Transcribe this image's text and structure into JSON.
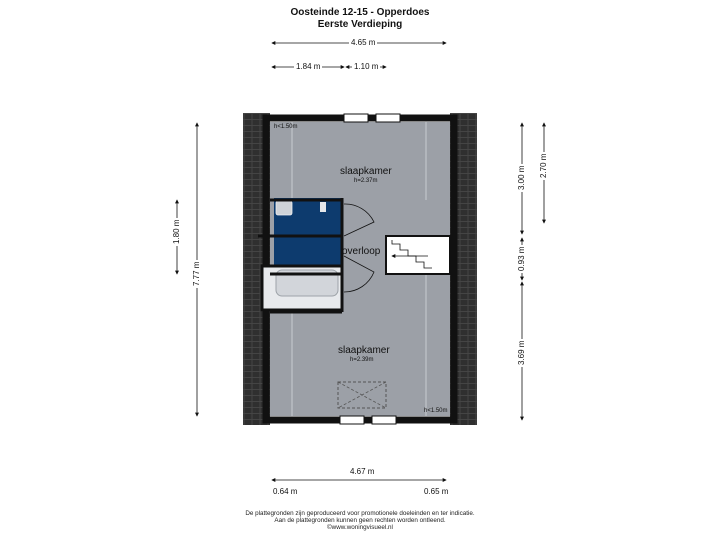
{
  "header": {
    "title": "Oosteinde 12-15 - Opperdoes",
    "subtitle": "Eerste Verdieping"
  },
  "dimensions": {
    "top_total": "4.65 m",
    "top_left": "1.84 m",
    "top_right": "1.10 m",
    "bottom_total": "4.67 m",
    "bottom_left": "0.64 m",
    "bottom_right": "0.65 m",
    "left_outer": "7.77 m",
    "left_inner": "1.80 m",
    "right_top_outer": "3.00 m",
    "right_top_inner": "2.70 m",
    "right_mid": "0.93 m",
    "right_bottom": "3.69 m"
  },
  "rooms": {
    "top": {
      "name": "slaapkamer",
      "height": "h=2.37m"
    },
    "bottom": {
      "name": "slaapkamer",
      "height": "h=2.39m"
    },
    "landing": {
      "name": "overloop"
    }
  },
  "ceiling_marks": {
    "top_left": "h<1.50m",
    "bottom_right": "h<1.50m"
  },
  "footer": {
    "line1": "De plattegronden zijn geproduceerd voor promotionele doeleinden en ter indicatie.",
    "line2": "Aan de plattegronden kunnen geen rechten worden ontleend.",
    "line3": "©www.woningvisueel.nl"
  },
  "colors": {
    "floor": "#9ca0a7",
    "bathroom": "#0d3b6e",
    "wall": "#111111",
    "roof": "#2a2a2a"
  }
}
